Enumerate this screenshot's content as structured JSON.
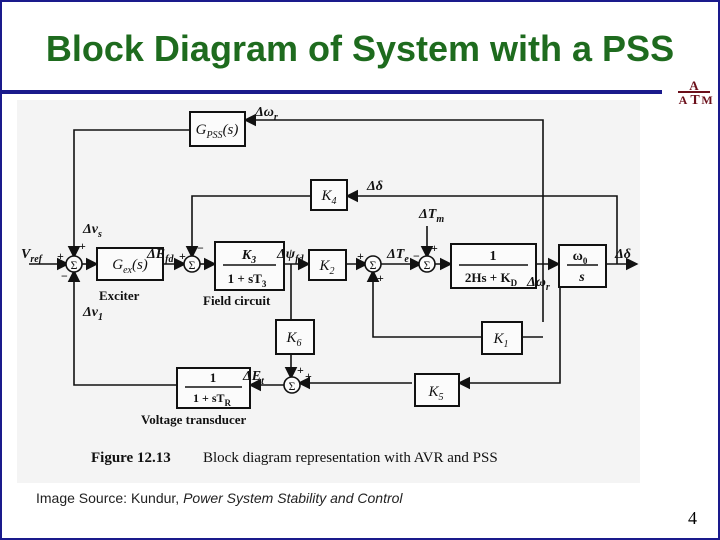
{
  "slide": {
    "title": "Block Diagram of System with a PSS",
    "page_number": "4",
    "caption": {
      "prefix": "Image Source: Kundur, ",
      "book": "Power System Stability and Control"
    },
    "logo": {
      "text": "ATM",
      "icon": "texas-am-logo-icon",
      "color": "#6b0f1a"
    }
  },
  "diagram": {
    "figure_label": "Figure 12.13",
    "figure_caption": "Block diagram representation with AVR and PSS",
    "blocks": {
      "gpss": "G",
      "gpss_sub": "PSS",
      "gpss_arg": "(s)",
      "k4": "K",
      "k4_sub": "4",
      "gex": "G",
      "gex_sub": "ex",
      "gex_arg": "(s)",
      "k3_num": "K",
      "k3_num_sub": "3",
      "k3_den": "1 + sT",
      "k3_den_sub": "3",
      "k2": "K",
      "k2_sub": "2",
      "rotor_num": "1",
      "rotor_den": "2Hs + K",
      "rotor_den_sub": "D",
      "omega_num": "ω",
      "omega_num_sub": "0",
      "omega_den": "s",
      "k6": "K",
      "k6_sub": "6",
      "k1": "K",
      "k1_sub": "1",
      "transducer_num": "1",
      "transducer_den": "1 + sT",
      "transducer_den_sub": "R",
      "k5": "K",
      "k5_sub": "5",
      "sum_symbol": "Σ"
    },
    "labels": {
      "delta_omega_r_top": "Δω",
      "delta_omega_r_top_sub": "r",
      "delta_delta_k4": "Δδ",
      "delta_tm": "ΔT",
      "delta_tm_sub": "m",
      "delta_vs": "Δv",
      "delta_vs_sub": "s",
      "v_ref": "V",
      "v_ref_sub": "ref",
      "delta_efd": "ΔE",
      "delta_efd_sub": "fd",
      "delta_psi_fd": "Δψ",
      "delta_psi_fd_sub": "fd",
      "delta_te": "ΔT",
      "delta_te_sub": "e",
      "delta_omega_r": "Δω",
      "delta_omega_r_sub": "r",
      "delta_delta_out": "Δδ",
      "exciter": "Exciter",
      "field_circuit": "Field circuit",
      "delta_v1": "Δv",
      "delta_v1_sub": "1",
      "delta_et": "ΔE",
      "delta_et_sub": "t",
      "voltage_transducer": "Voltage transducer",
      "plus": "+",
      "minus": "−"
    }
  }
}
